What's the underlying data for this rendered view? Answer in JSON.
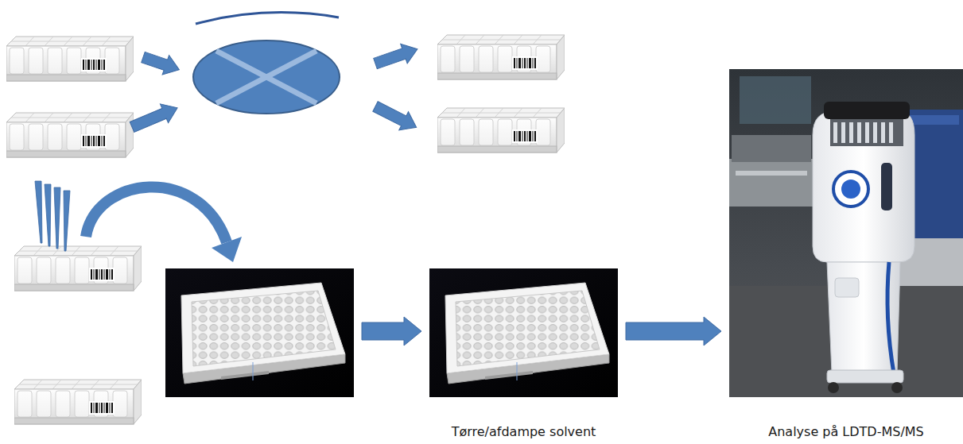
{
  "diagram": {
    "nodes": [
      {
        "text": [
          "Tørre/afdampe solvent"
        ]
      },
      {
        "text": [
          "Analyse på LDTD-MS/MS"
        ]
      }
    ],
    "edges": [
      {
        "from": 0,
        "to": 1,
        "arrow": "to"
      }
    ]
  }
}
